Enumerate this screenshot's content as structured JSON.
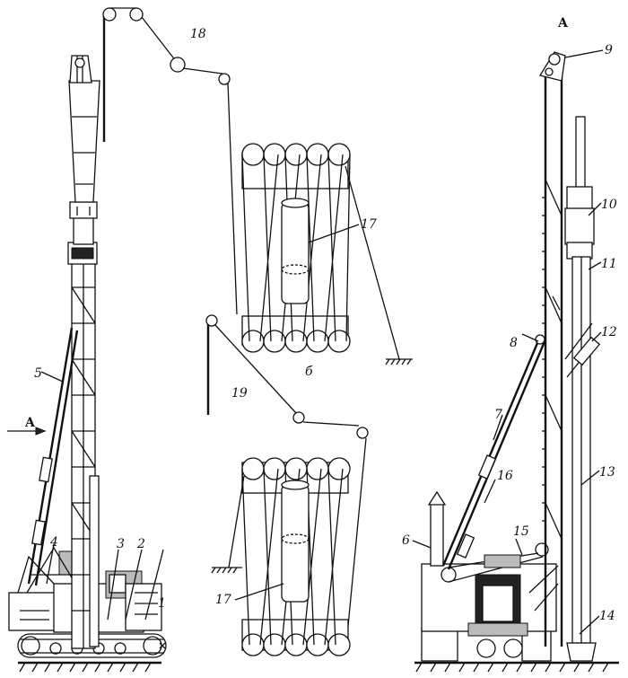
{
  "labels": {
    "n1": "1",
    "n2": "2",
    "n3": "3",
    "n4": "4",
    "n5": "5",
    "n6": "6",
    "n7": "7",
    "n8": "8",
    "n9": "9",
    "n10": "10",
    "n11": "11",
    "n12": "12",
    "n13": "13",
    "n14": "14",
    "n15": "15",
    "n16": "16",
    "n17a": "17",
    "n17b": "17",
    "n18": "18",
    "n19": "19",
    "arrowA": "A",
    "viewA": "A",
    "viewB": "б"
  }
}
